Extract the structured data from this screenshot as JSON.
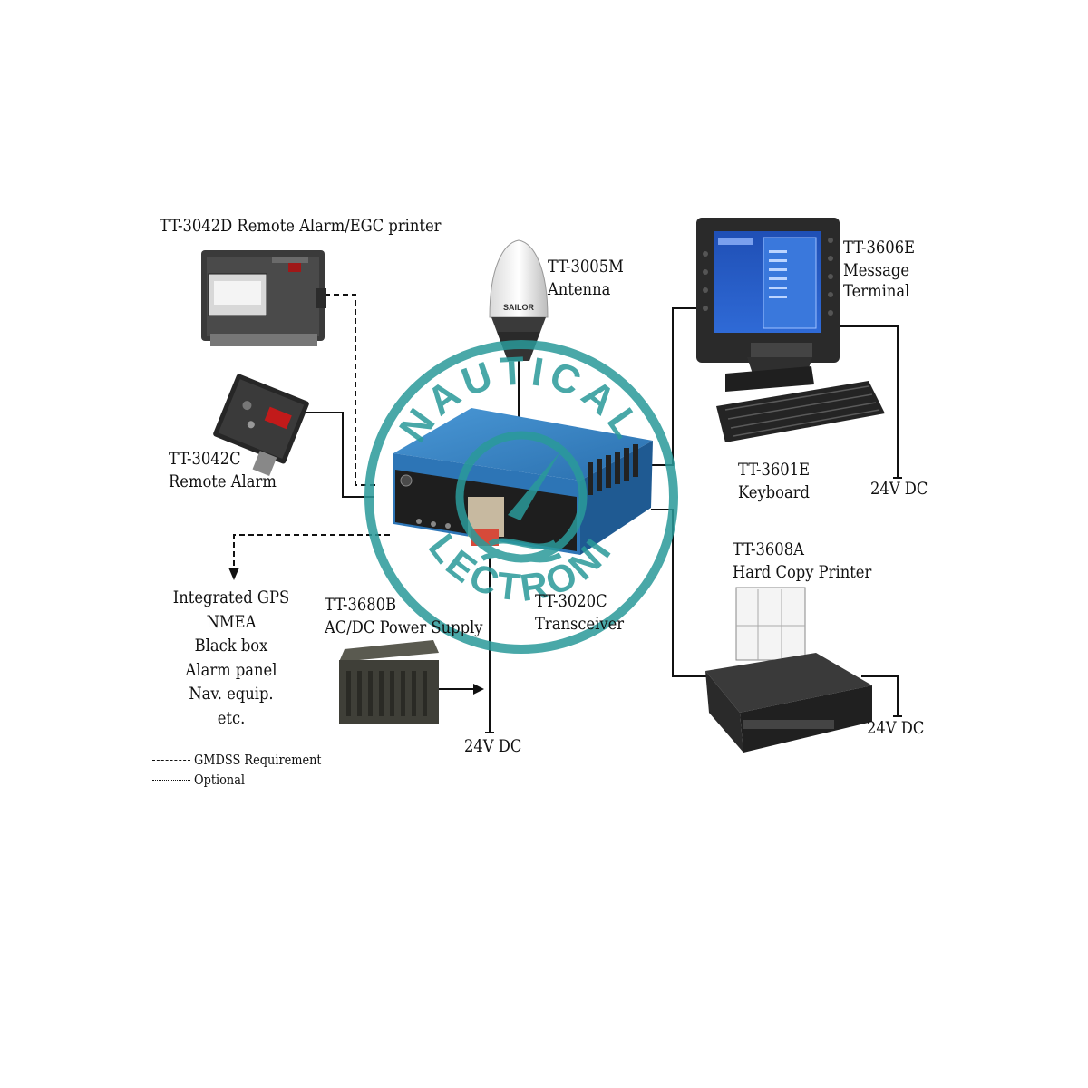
{
  "watermark": {
    "text_top": "NAUTICAL",
    "text_bottom": "ELECTRONIC"
  },
  "components": {
    "remote_alarm_egc_printer": "TT-3042D  Remote Alarm/EGC printer",
    "antenna": {
      "model": "TT-3005M",
      "name": "Antenna",
      "brand": "SAILOR"
    },
    "message_terminal": {
      "model": "TT-3606E",
      "name_line1": "Message",
      "name_line2": "Terminal"
    },
    "remote_alarm": {
      "model": "TT-3042C",
      "name": "Remote Alarm"
    },
    "keyboard": {
      "model": "TT-3601E",
      "name": "Keyboard"
    },
    "hard_copy_printer": {
      "model": "TT-3608A",
      "name": "Hard Copy Printer"
    },
    "power_supply": {
      "model": "TT-3680B",
      "name": "AC/DC Power Supply"
    },
    "transceiver": {
      "model": "TT-3020C",
      "name": "Transceiver"
    }
  },
  "external_equipment": [
    "Integrated GPS",
    "NMEA",
    "Black box",
    "Alarm panel",
    "Nav. equip.",
    "etc."
  ],
  "power_labels": {
    "terminal": "24V DC",
    "printer": "24V DC",
    "psu": "24V DC"
  },
  "legend": {
    "solid": "GMDSS Requirement",
    "dashed": "Optional"
  },
  "colors": {
    "transceiver_blue": "#2f7fc1",
    "watermark_teal": "#2a9a9a",
    "device_dark": "#2a2a2a"
  }
}
